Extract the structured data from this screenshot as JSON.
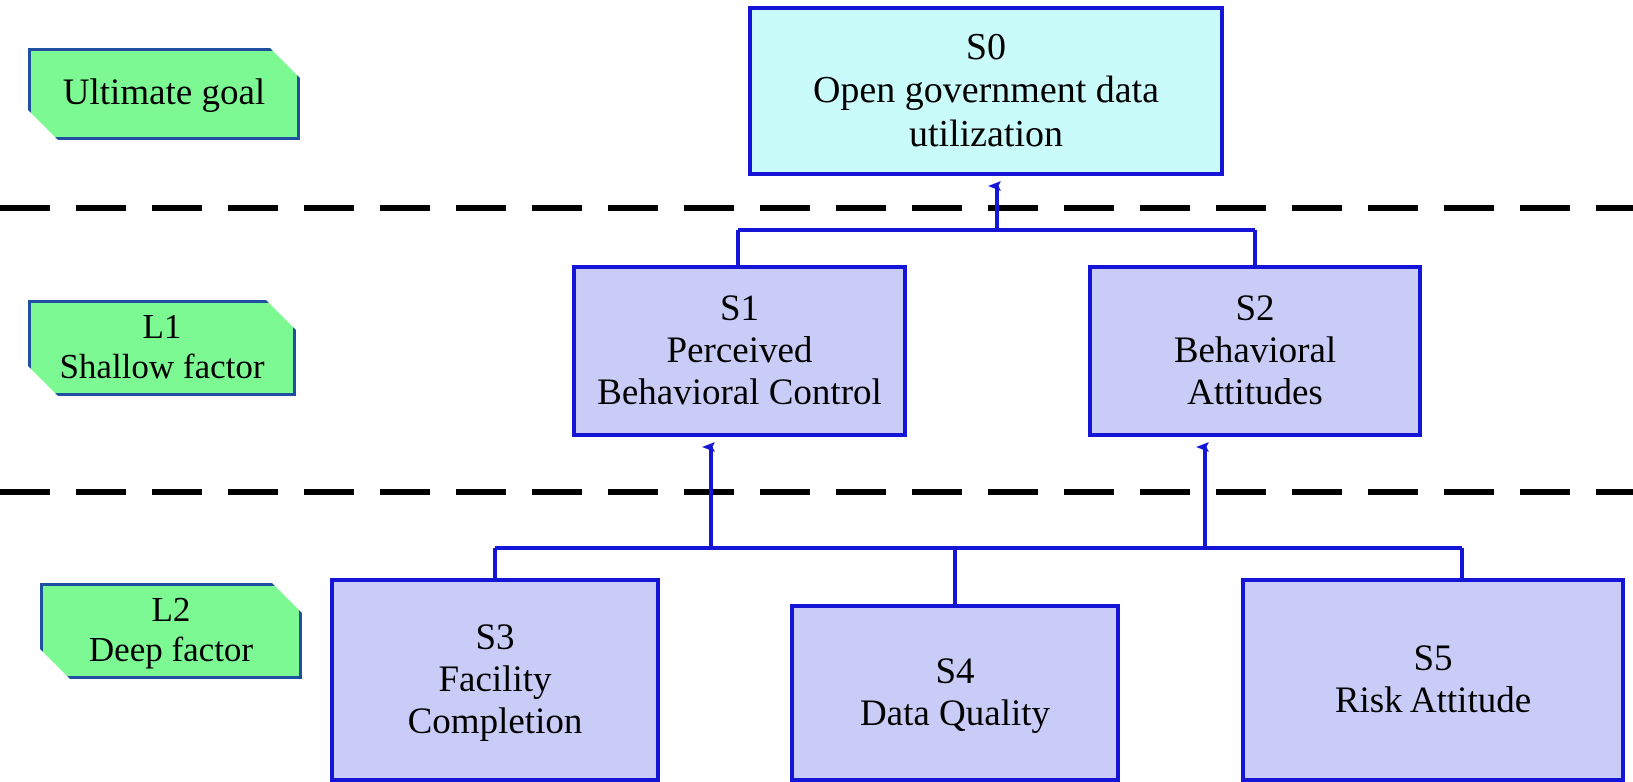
{
  "diagram": {
    "title": "Open government data utilization ISM hierarchy",
    "type": "hierarchical-block-diagram",
    "colors": {
      "legend_fill": "#7cf992",
      "legend_border": "#1f4fa0",
      "goal_fill": "#c9fbfb",
      "factor_fill": "#c9ccf7",
      "node_border": "#1515d8",
      "connector": "#1515d8",
      "divider": "#000000",
      "text": "#000000",
      "background": "#ffffff"
    }
  },
  "legend": {
    "items": [
      {
        "id": "ultimate-goal",
        "line1": "Ultimate goal",
        "line2": ""
      },
      {
        "id": "l1",
        "line1": "L1",
        "line2": "Shallow factor"
      },
      {
        "id": "l2",
        "line1": "L2",
        "line2": "Deep factor"
      }
    ]
  },
  "nodes": {
    "s0": {
      "code": "S0",
      "line1": "Open government data",
      "line2": "utilization",
      "level": "ultimate-goal"
    },
    "s1": {
      "code": "S1",
      "line1": "Perceived",
      "line2": "Behavioral Control",
      "level": "L1"
    },
    "s2": {
      "code": "S2",
      "line1": "Behavioral",
      "line2": "Attitudes",
      "level": "L1"
    },
    "s3": {
      "code": "S3",
      "line1": "Facility",
      "line2": "Completion",
      "level": "L2"
    },
    "s4": {
      "code": "S4",
      "line1": "Data Quality",
      "line2": "",
      "level": "L2"
    },
    "s5": {
      "code": "S5",
      "line1": "Risk Attitude",
      "line2": "",
      "level": "L2"
    }
  },
  "edges": [
    {
      "from": "S1",
      "to": "S0"
    },
    {
      "from": "S2",
      "to": "S0"
    },
    {
      "from": "S3",
      "to": "S1"
    },
    {
      "from": "S4",
      "to": "S1"
    },
    {
      "from": "S4",
      "to": "S2"
    },
    {
      "from": "S5",
      "to": "S2"
    }
  ],
  "dividers": [
    {
      "id": "divider-goal-l1",
      "style": "dashed"
    },
    {
      "id": "divider-l1-l2",
      "style": "dashed"
    }
  ]
}
